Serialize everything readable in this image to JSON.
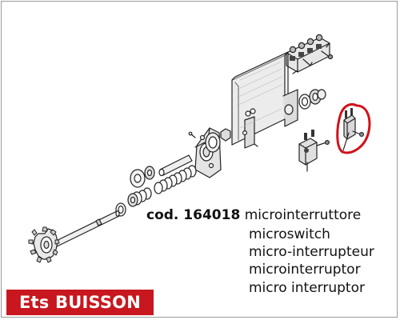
{
  "part": {
    "code": "cod. 164018",
    "first_name": "microinterruttore",
    "names": [
      "microswitch",
      "micro-interrupteur",
      "microinterruptor",
      "micro interruptor"
    ]
  },
  "brand": {
    "label": "Ets BUISSON",
    "background": "#c8171e",
    "text_color": "#ffffff"
  },
  "highlight_color": "#d0121b"
}
